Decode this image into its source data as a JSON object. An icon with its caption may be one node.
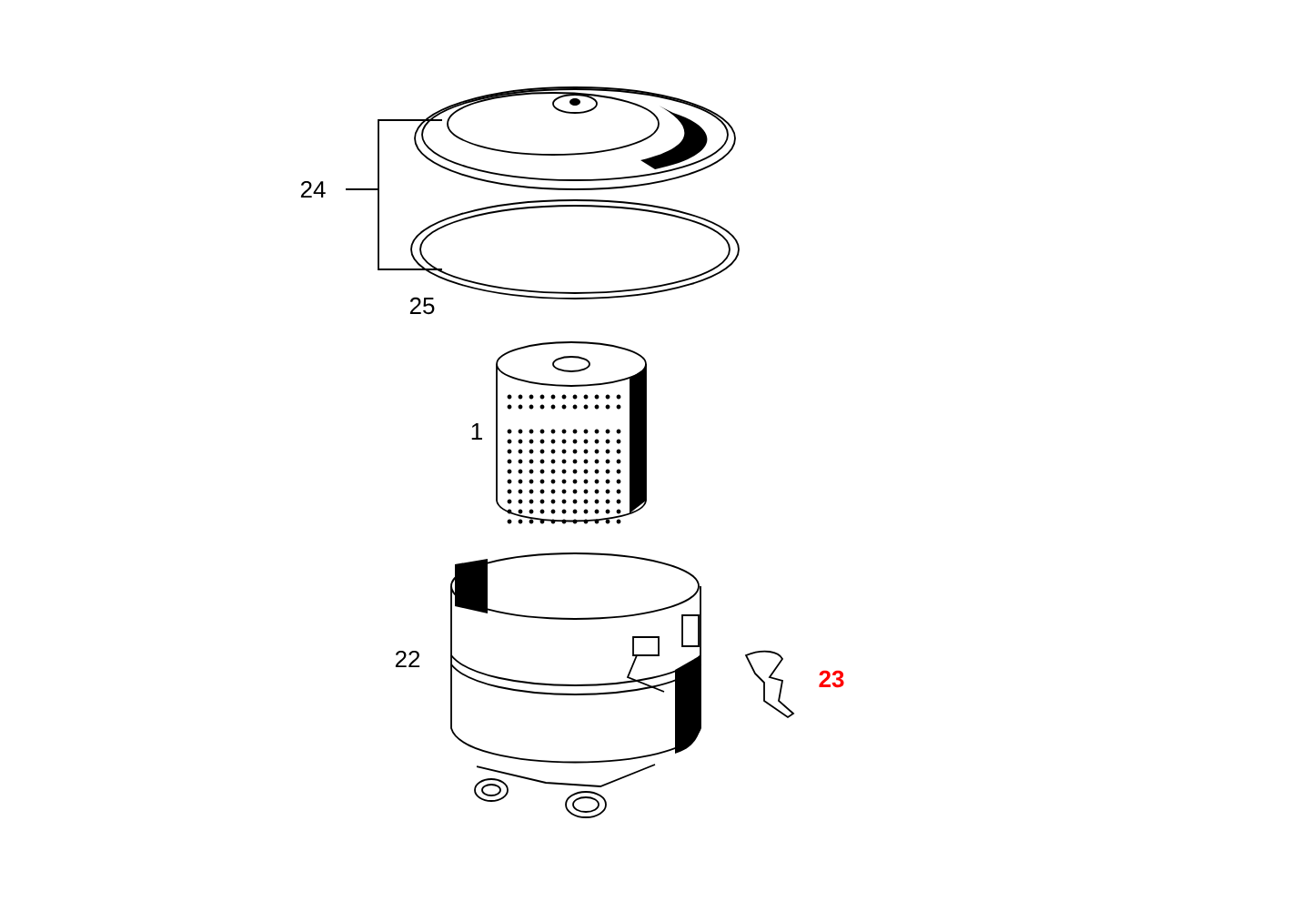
{
  "diagram": {
    "labels": [
      "24",
      "25",
      "1",
      "22",
      "23"
    ]
  }
}
